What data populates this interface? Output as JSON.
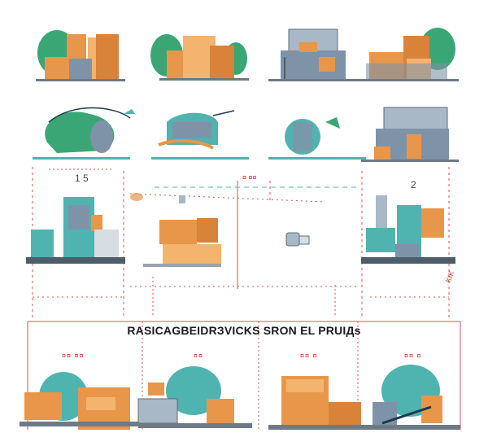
{
  "title": "RASICAGBEIDRЗVICKS SRON EL PRUIДs",
  "labels": {
    "mid_number": "1 5",
    "top_mid": "¤ ¤¤",
    "top_right": "2",
    "side_right": "KIK",
    "sub_1": "¤¤ ¤¤",
    "sub_2": "¤¤",
    "sub_3": "¤¤ ¤",
    "sub_4": "¤¤ ¤"
  },
  "colors": {
    "teal": "#4fb3b0",
    "orange": "#e8964a",
    "slate": "#7f93a8",
    "green": "#3aa676",
    "red_line": "#d9534f",
    "ground": "#9aa3ad"
  }
}
